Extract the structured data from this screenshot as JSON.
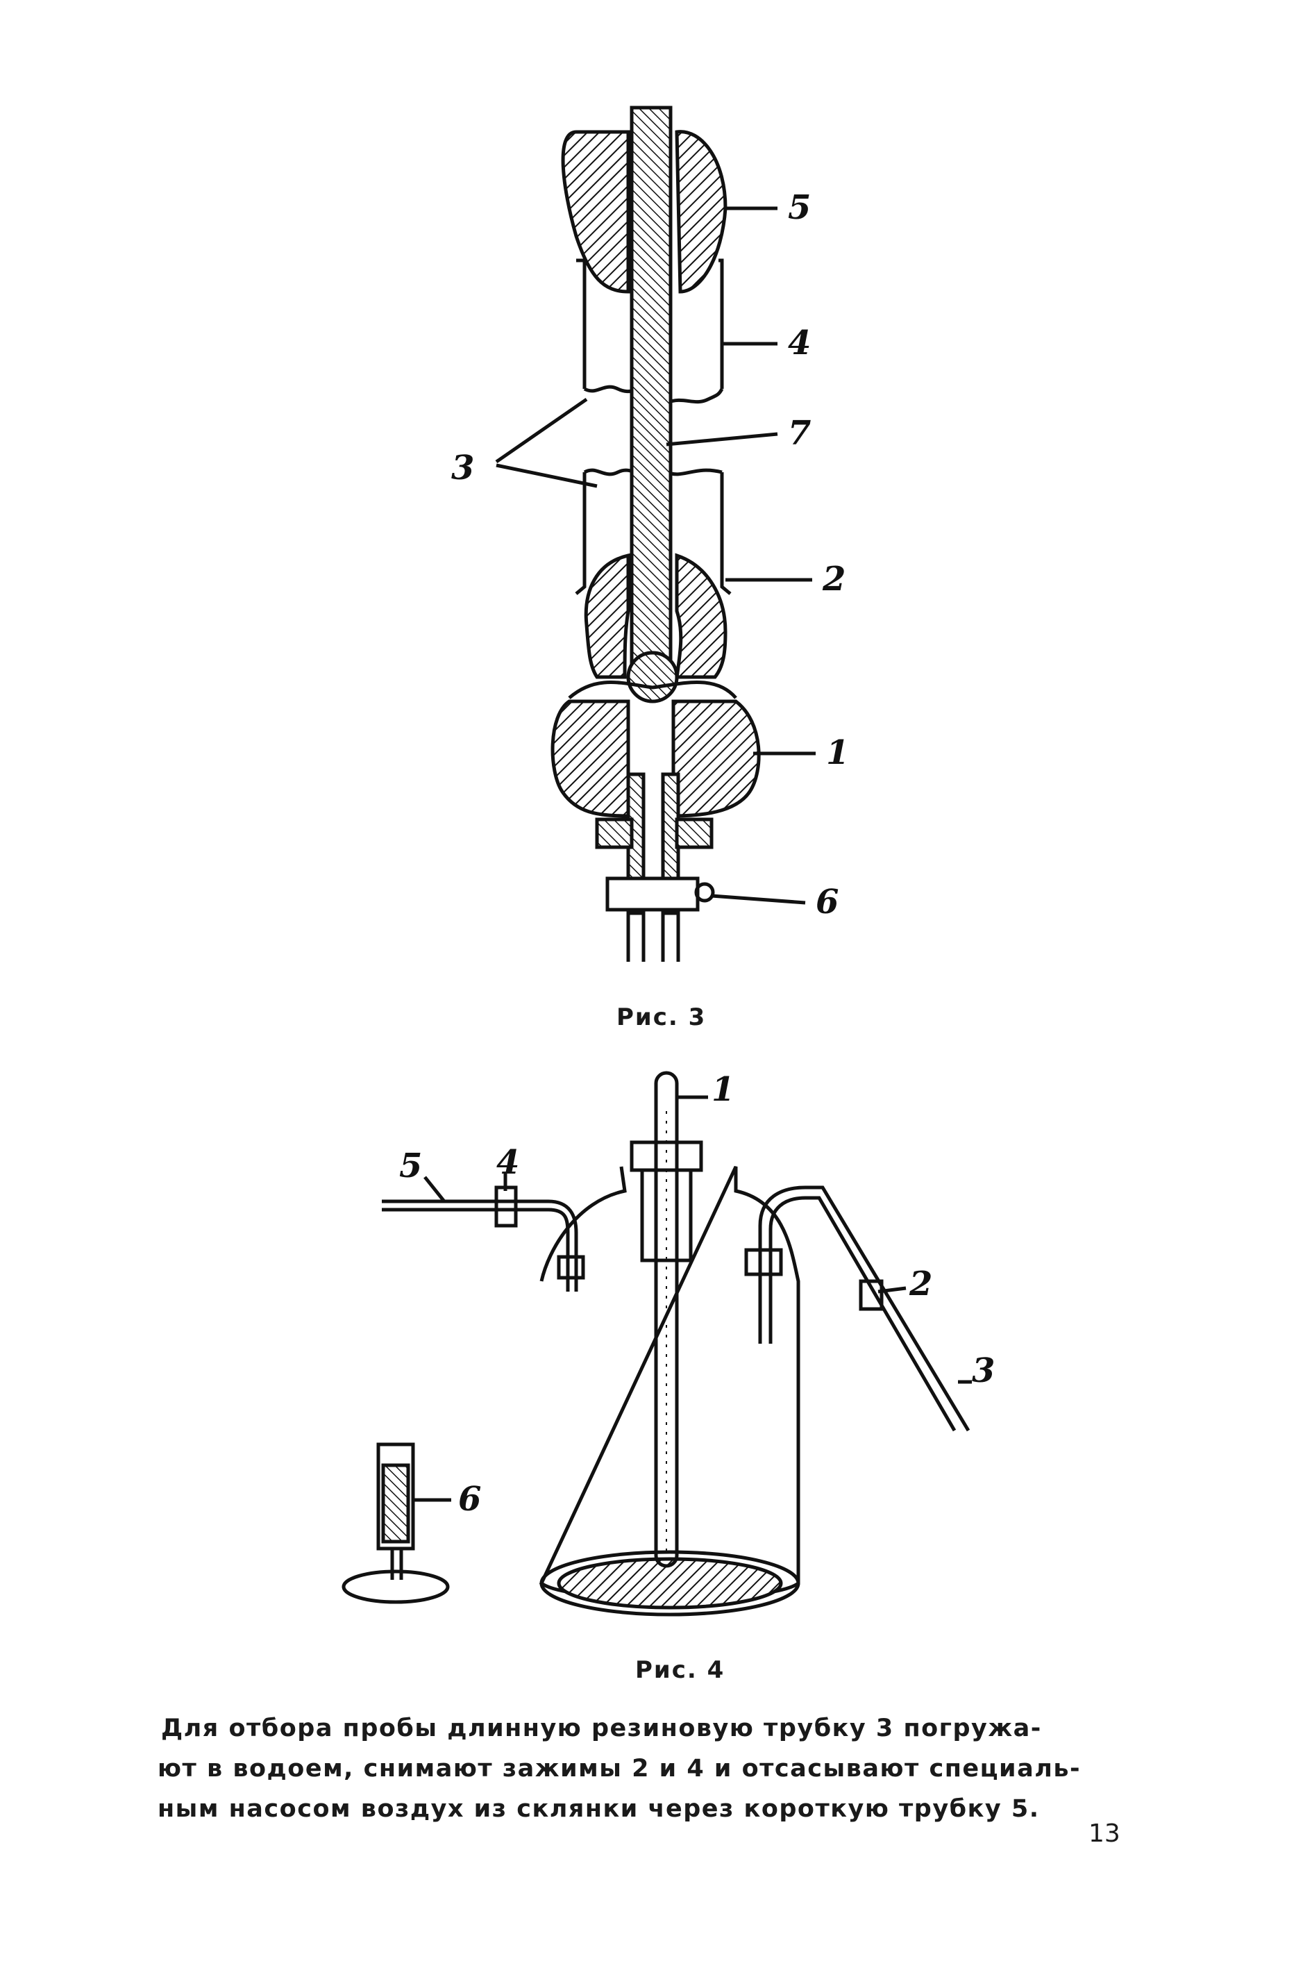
{
  "fig3": {
    "caption": "Рис. 3",
    "labels": {
      "l1": "1",
      "l2": "2",
      "l3": "3",
      "l4": "4",
      "l5": "5",
      "l6": "6",
      "l7": "7"
    }
  },
  "fig4": {
    "caption": "Рис. 4",
    "labels": {
      "l1": "1",
      "l2": "2",
      "l3": "3",
      "l4": "4",
      "l5": "5",
      "l6": "6"
    }
  },
  "paragraph": {
    "line1": "Для отбора пробы длинную резиновую трубку 3 погружа-",
    "line2": "ют в водоем, снимают зажимы 2 и 4 и отсасывают специаль-",
    "line3": "ным насосом воздух из склянки через короткую трубку 5."
  },
  "page_number": "13",
  "colors": {
    "ink": "#111111",
    "paper": "#ffffff"
  }
}
